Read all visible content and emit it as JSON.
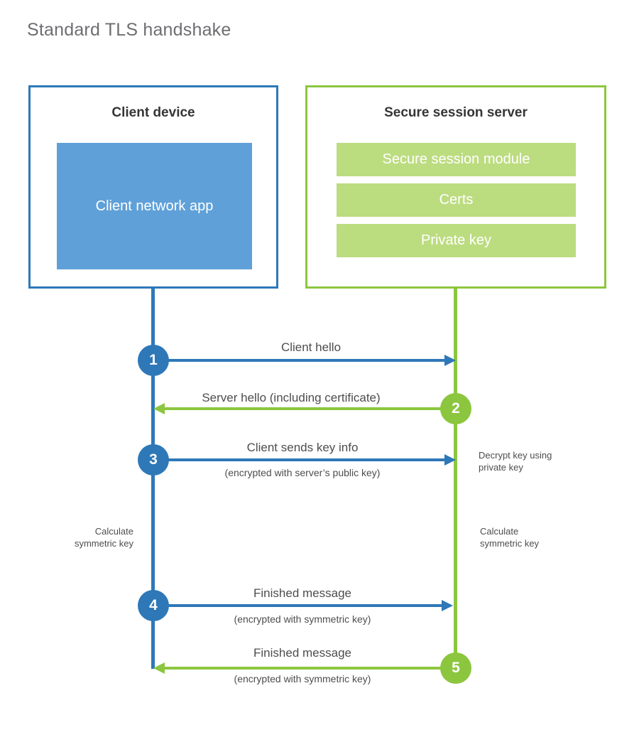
{
  "page": {
    "title": "Standard TLS handshake"
  },
  "colors": {
    "client_accent": "#2e78b8",
    "client_app_fill": "#5fa0d8",
    "server_accent": "#8cc63f",
    "server_bar_fill": "#bcdc80",
    "text": "#4d4d4d",
    "title_text": "#6d6e71",
    "background": "#ffffff"
  },
  "client": {
    "title": "Client device",
    "app_label": "Client network app"
  },
  "server": {
    "title": "Secure session server",
    "components": [
      {
        "label": "Secure session module"
      },
      {
        "label": "Certs"
      },
      {
        "label": "Private key"
      }
    ]
  },
  "steps": [
    {
      "number": "1",
      "label": "Client hello",
      "sub": "",
      "direction": "client-to-server",
      "color": "#2e78b8"
    },
    {
      "number": "2",
      "label": "Server hello (including certificate)",
      "sub": "",
      "direction": "server-to-client",
      "color": "#8cc63f"
    },
    {
      "number": "3",
      "label": "Client sends key info",
      "sub": "(encrypted with server’s public key)",
      "direction": "client-to-server",
      "color": "#2e78b8"
    },
    {
      "number": "4",
      "label": "Finished message",
      "sub": "(encrypted with symmetric key)",
      "direction": "client-to-server",
      "color": "#2e78b8"
    },
    {
      "number": "5",
      "label": "Finished message",
      "sub": "(encrypted with symmetric key)",
      "direction": "server-to-client",
      "color": "#8cc63f"
    }
  ],
  "notes": {
    "decrypt_key_line1": "Decrypt key using",
    "decrypt_key_line2": "private key",
    "client_calc_line1": "Calculate",
    "client_calc_line2": "symmetric key",
    "server_calc_line1": "Calculate",
    "server_calc_line2": "symmetric key"
  }
}
